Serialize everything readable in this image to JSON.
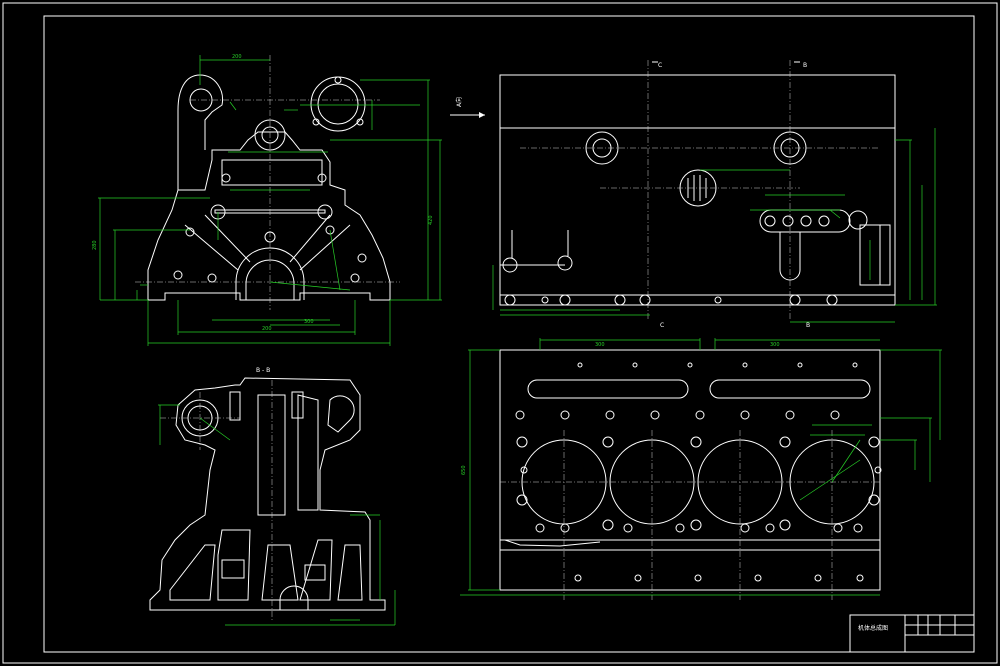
{
  "drawing": {
    "section_label": "B - B",
    "title_block_name": "机体总成图",
    "section_marks": [
      "C",
      "B",
      "C",
      "B"
    ],
    "view_arrow_label": "A向",
    "colors": {
      "background": "#000000",
      "outline": "#ffffff",
      "dimension": "#27d027",
      "centerline": "#cfcfcf"
    }
  }
}
